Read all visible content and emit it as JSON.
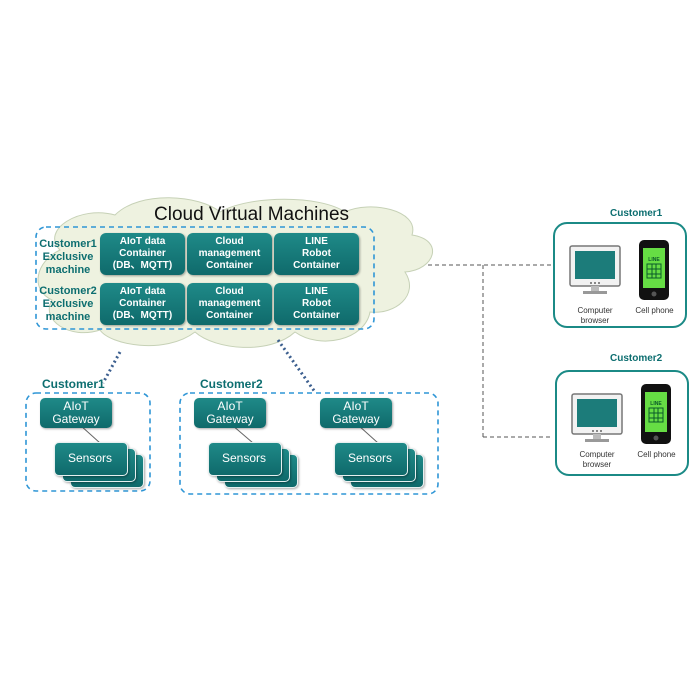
{
  "title": "Cloud Virtual Machines",
  "vm_rows": [
    {
      "customer": "Customer1",
      "label_line2": "Exclusive",
      "label_line3": "machine",
      "containers": [
        {
          "l1": "AIoT data",
          "l2": "Container",
          "l3": "(DB、MQTT)"
        },
        {
          "l1": "Cloud",
          "l2": "management",
          "l3": "Container"
        },
        {
          "l1": "LINE",
          "l2": "Robot",
          "l3": "Container"
        }
      ]
    },
    {
      "customer": "Customer2",
      "label_line2": "Exclusive",
      "label_line3": "machine",
      "containers": [
        {
          "l1": "AIoT data",
          "l2": "Container",
          "l3": "(DB、MQTT)"
        },
        {
          "l1": "Cloud",
          "l2": "management",
          "l3": "Container"
        },
        {
          "l1": "LINE",
          "l2": "Robot",
          "l3": "Container"
        }
      ]
    }
  ],
  "sites": [
    {
      "customer": "Customer1",
      "gateways": [
        {
          "l1": "AIoT",
          "l2": "Gateway",
          "sensors": "Sensors"
        }
      ]
    },
    {
      "customer": "Customer2",
      "gateways": [
        {
          "l1": "AIoT",
          "l2": "Gateway",
          "sensors": "Sensors"
        },
        {
          "l1": "AIoT",
          "l2": "Gateway",
          "sensors": "Sensors"
        }
      ]
    }
  ],
  "clients": [
    {
      "customer": "Customer1",
      "browser_l1": "Computer",
      "browser_l2": "browser",
      "phone": "Cell phone",
      "phone_screen": "LINE"
    },
    {
      "customer": "Customer2",
      "browser_l1": "Computer",
      "browser_l2": "browser",
      "phone": "Cell phone",
      "phone_screen": "LINE"
    }
  ],
  "colors": {
    "teal": "#0f6a6b",
    "teal_light": "#1f8a88",
    "cloud_fill": "#eef2e0",
    "dash_blue": "#2f96d6"
  }
}
